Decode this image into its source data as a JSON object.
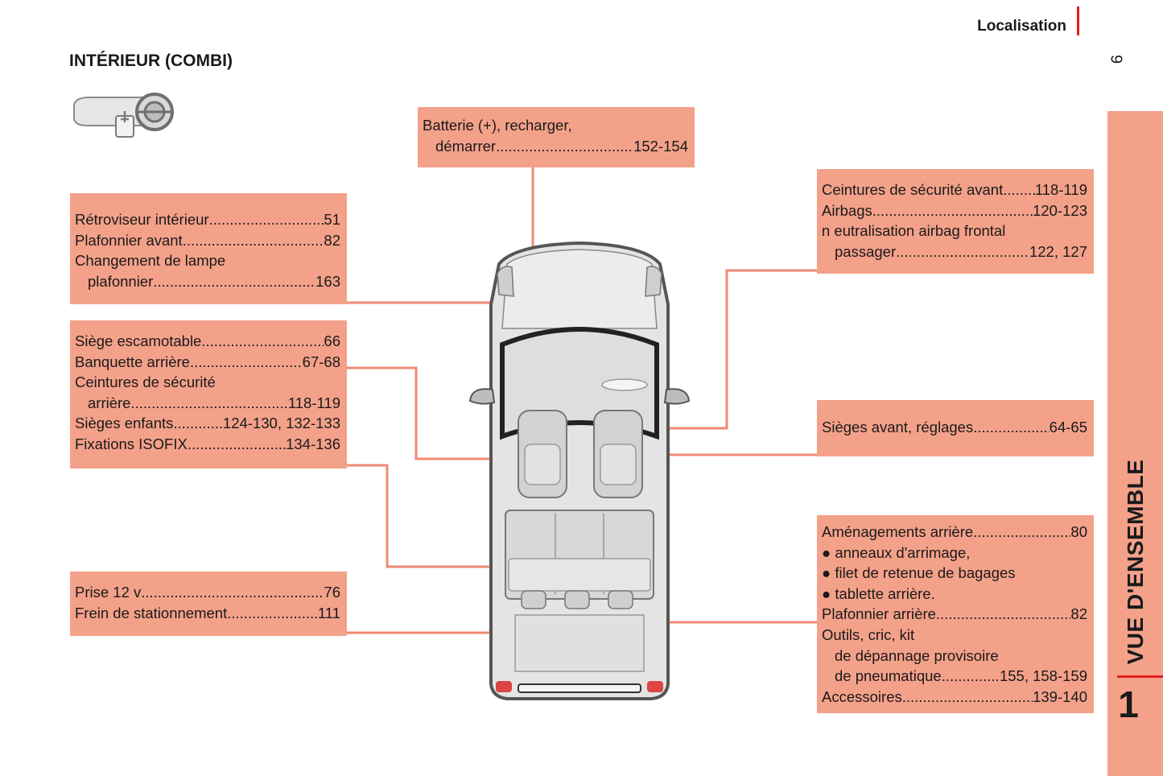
{
  "header": {
    "section": "Localisation",
    "page_number": "9"
  },
  "title": "INTÉRIEUR (COMBI)",
  "side_tab": {
    "label": "VUE D'ENSEMBLE",
    "number": "1"
  },
  "boxes": {
    "battery": [
      {
        "label": "Batterie (+), recharger,",
        "page": ""
      },
      {
        "label": "démarrer",
        "page": "152-154",
        "indent": true
      }
    ],
    "mirror": [
      {
        "label": "Rétroviseur intérieur",
        "page": "51"
      },
      {
        "label": "Plafonnier avant",
        "page": "82"
      },
      {
        "label": "Changement de lampe",
        "page": ""
      },
      {
        "label": "plafonnier",
        "page": "163",
        "indent": true
      }
    ],
    "seats_rear": [
      {
        "label": "Siège escamotable",
        "page": "66"
      },
      {
        "label": "Banquette arrière",
        "page": "67-68"
      },
      {
        "label": "Ceintures de sécurité",
        "page": ""
      },
      {
        "label": "arrière",
        "page": "118-119",
        "indent": true
      },
      {
        "label": "Sièges enfants",
        "page": " 124-130, 132-133"
      },
      {
        "label": "Fixations ISOFIX",
        "page": "134-136"
      }
    ],
    "socket": [
      {
        "label": "Prise 12 v",
        "page": "76"
      },
      {
        "label": "Frein de stationnement",
        "page": " 111"
      }
    ],
    "front_belts": [
      {
        "label": "Ceintures de sécurité avant",
        "page": " 118-119"
      },
      {
        "label": "Airbags",
        "page": "120-123"
      },
      {
        "label": "n eutralisation airbag frontal",
        "page": ""
      },
      {
        "label": "passager",
        "page": "122, 127",
        "indent": true
      }
    ],
    "front_seats": [
      {
        "label": "Sièges avant, réglages",
        "page": "64-65"
      }
    ],
    "rear_fittings": [
      {
        "label": "Aménagements arrière",
        "page": "80"
      },
      {
        "label": "● anneaux d'arrimage,",
        "page": ""
      },
      {
        "label": "● filet de retenue de bagages",
        "page": ""
      },
      {
        "label": "● tablette arrière.",
        "page": ""
      },
      {
        "label": "Plafonnier arrière",
        "page": "82"
      },
      {
        "label": "Outils, cric, kit",
        "page": ""
      },
      {
        "label": "de dépannage provisoire",
        "page": "",
        "indent": true
      },
      {
        "label": "de pneumatique",
        "page": "155, 158-159",
        "indent": true
      },
      {
        "label": "Accessoires",
        "page": "139-140"
      }
    ]
  },
  "colors": {
    "box": "#f4a18a",
    "accent_red": "#e02020",
    "leader": "#f08a72"
  }
}
